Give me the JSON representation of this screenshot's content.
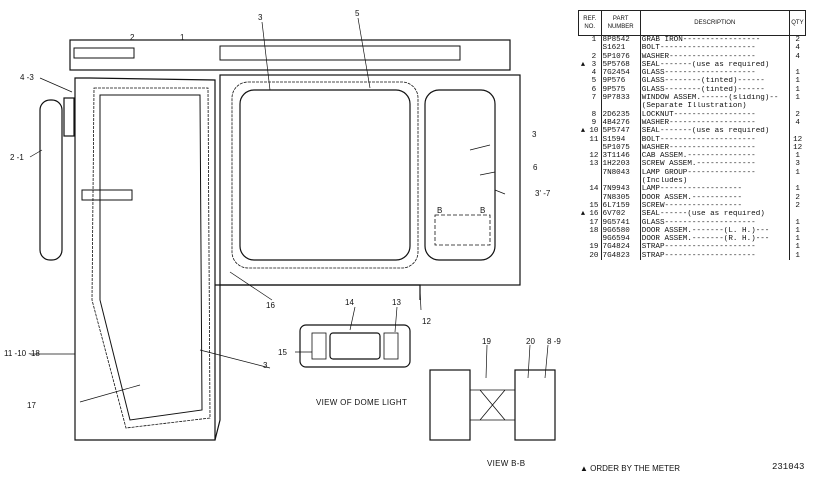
{
  "drawing": {
    "callouts": [
      "1",
      "2",
      "3",
      "3",
      "3",
      "4 -3",
      "2 -1",
      "5",
      "6",
      "3' -7",
      "11 -10 -18",
      "12",
      "13",
      "14",
      "15",
      "16",
      "17",
      "19",
      "20",
      "8 -9"
    ],
    "section_marks": [
      "B",
      "B"
    ],
    "captions": [
      "VIEW OF DOME LIGHT",
      "VIEW B-B"
    ]
  },
  "table": {
    "headers": [
      "REF. NO.",
      "PART NUMBER",
      "DESCRIPTION",
      "QTY"
    ],
    "rows": [
      {
        "mark": "",
        "ref": "1",
        "part": "8P8542",
        "desc": "GRAB IRON-----------------",
        "qty": "2"
      },
      {
        "mark": "",
        "ref": "",
        "part": "S1621",
        "desc": "BOLT---------------------",
        "qty": "4"
      },
      {
        "mark": "",
        "ref": "2",
        "part": "5P1076",
        "desc": "WASHER-------------------",
        "qty": "4"
      },
      {
        "mark": "▲",
        "ref": "3",
        "part": "5P5768",
        "desc": "SEAL-------(use as required)",
        "qty": ""
      },
      {
        "mark": "",
        "ref": "4",
        "part": "7G2454",
        "desc": "GLASS--------------------",
        "qty": "1"
      },
      {
        "mark": "",
        "ref": "5",
        "part": "9P576",
        "desc": "GLASS--------(tinted)------",
        "qty": "1"
      },
      {
        "mark": "",
        "ref": "6",
        "part": "9P575",
        "desc": "GLASS--------(tinted)------",
        "qty": "1"
      },
      {
        "mark": "",
        "ref": "7",
        "part": "9P7833",
        "desc": "WINDOW ASSEM.------(sliding)--",
        "qty": "1"
      },
      {
        "mark": "",
        "ref": "",
        "part": "",
        "desc": "  (Separate Illustration)",
        "qty": ""
      },
      {
        "mark": "",
        "ref": "8",
        "part": "2D6235",
        "desc": "LOCKNUT------------------",
        "qty": "2"
      },
      {
        "mark": "",
        "ref": "9",
        "part": "4B4276",
        "desc": "WASHER-------------------",
        "qty": "4"
      },
      {
        "mark": "▲",
        "ref": "10",
        "part": "5P5747",
        "desc": "SEAL-------(use as required)",
        "qty": ""
      },
      {
        "mark": "",
        "ref": "11",
        "part": "S1594",
        "desc": "BOLT---------------------",
        "qty": "12"
      },
      {
        "mark": "",
        "ref": "",
        "part": "5P1075",
        "desc": "WASHER-------------------",
        "qty": "12"
      },
      {
        "mark": "",
        "ref": "12",
        "part": "3T1146",
        "desc": "CAB ASSEM.---------------",
        "qty": "1"
      },
      {
        "mark": "",
        "ref": "13",
        "part": "1H2203",
        "desc": "SCREW ASSEM.-------------",
        "qty": "3"
      },
      {
        "mark": "",
        "ref": "",
        "part": "7N8043",
        "desc": "LAMP GROUP---------------",
        "qty": "1"
      },
      {
        "mark": "",
        "ref": "",
        "part": "",
        "desc": "   (Includes)",
        "qty": ""
      },
      {
        "mark": "",
        "ref": "14",
        "part": "7N9943",
        "desc": "   LAMP------------------",
        "qty": "1"
      },
      {
        "mark": "",
        "ref": "",
        "part": "7N8305",
        "desc": "   DOOR ASSEM.-----------",
        "qty": "2"
      },
      {
        "mark": "",
        "ref": "15",
        "part": "6L7159",
        "desc": "   SCREW-----------------",
        "qty": "2"
      },
      {
        "mark": "▲",
        "ref": "16",
        "part": "6V702",
        "desc": "SEAL------(use as required)",
        "qty": ""
      },
      {
        "mark": "",
        "ref": "17",
        "part": "9G5741",
        "desc": "GLASS--------------------",
        "qty": "1"
      },
      {
        "mark": "",
        "ref": "18",
        "part": "9G6580",
        "desc": "DOOR ASSEM.-------(L. H.)---",
        "qty": "1"
      },
      {
        "mark": "",
        "ref": "",
        "part": "9G6594",
        "desc": "DOOR ASSEM.-------(R. H.)---",
        "qty": "1"
      },
      {
        "mark": "",
        "ref": "19",
        "part": "7G4824",
        "desc": "STRAP--------------------",
        "qty": "1"
      },
      {
        "mark": "",
        "ref": "20",
        "part": "7G4823",
        "desc": "STRAP--------------------",
        "qty": "1"
      }
    ]
  },
  "footer": {
    "note": "▲ ORDER BY THE METER",
    "drawing_number": "231043"
  }
}
